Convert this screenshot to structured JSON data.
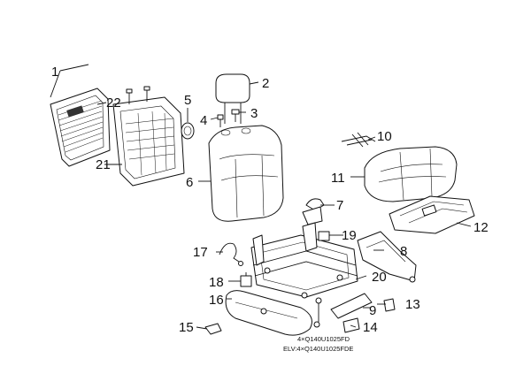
{
  "callouts": [
    {
      "id": "1",
      "text": "1"
    },
    {
      "id": "2",
      "text": "2"
    },
    {
      "id": "3",
      "text": "3"
    },
    {
      "id": "4",
      "text": "4"
    },
    {
      "id": "5",
      "text": "5"
    },
    {
      "id": "6",
      "text": "6"
    },
    {
      "id": "7",
      "text": "7"
    },
    {
      "id": "8",
      "text": "8"
    },
    {
      "id": "9",
      "text": "9"
    },
    {
      "id": "10",
      "text": "10"
    },
    {
      "id": "11",
      "text": "11"
    },
    {
      "id": "12",
      "text": "12"
    },
    {
      "id": "13",
      "text": "13"
    },
    {
      "id": "14",
      "text": "14"
    },
    {
      "id": "15",
      "text": "15"
    },
    {
      "id": "16",
      "text": "16"
    },
    {
      "id": "17",
      "text": "17"
    },
    {
      "id": "18",
      "text": "18"
    },
    {
      "id": "19",
      "text": "19"
    },
    {
      "id": "20",
      "text": "20"
    },
    {
      "id": "21",
      "text": "21"
    },
    {
      "id": "22",
      "text": "22"
    }
  ],
  "notes": {
    "fastener_line1": "4×Q140U1025FD",
    "fastener_line2": "ELV:4×Q140U1025FDE"
  }
}
